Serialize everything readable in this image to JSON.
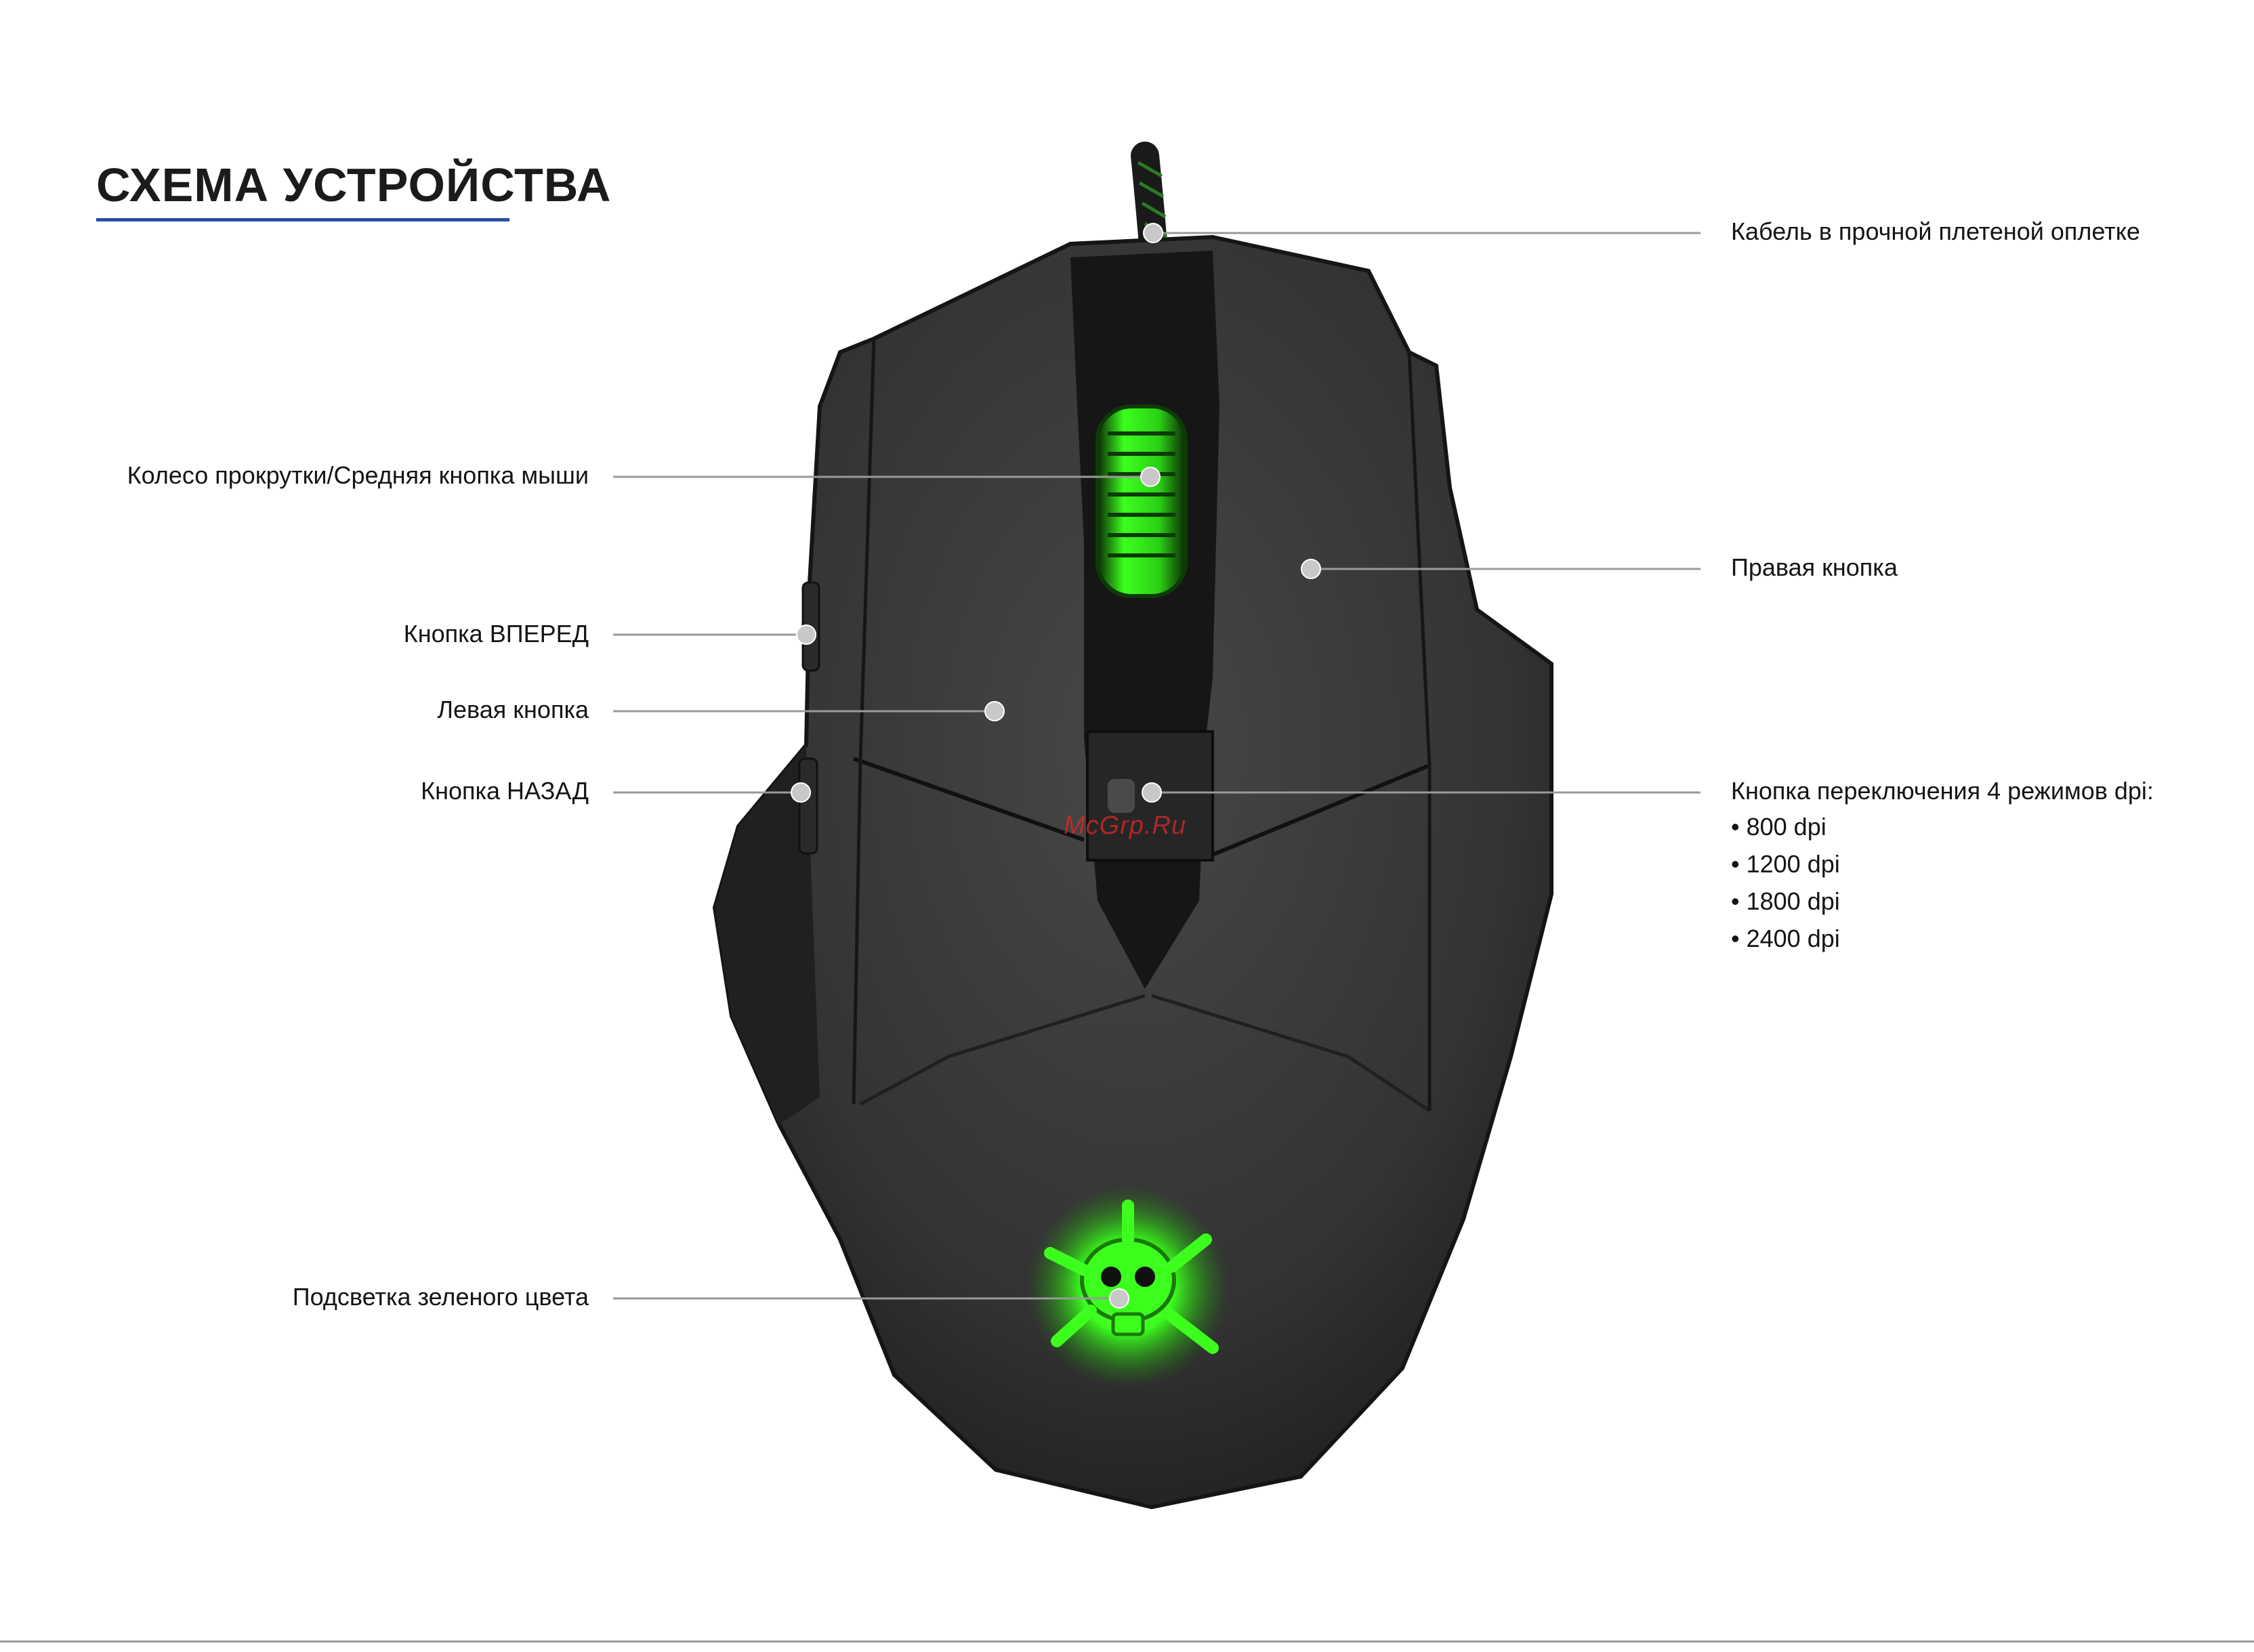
{
  "title": "СХЕМА УСТРОЙСТВА",
  "watermark": "McGrp.Ru",
  "colors": {
    "title_underline": "#2a4ea4",
    "mouse_body": "#3a3a3a",
    "mouse_dark": "#1c1c1c",
    "glow_green": "#3cff1e",
    "callout_line": "#9a9a9a",
    "callout_dot": "#c8c8c8"
  },
  "callouts": {
    "cable": "Кабель в прочной плетеной оплетке",
    "scroll_wheel": "Колесо прокрутки/Средняя кнопка мыши",
    "right_button": "Правая кнопка",
    "forward_button": "Кнопка ВПЕРЕД",
    "left_button": "Левая кнопка",
    "back_button": "Кнопка НАЗАД",
    "dpi_button": "Кнопка переключения 4 режимов dpi:",
    "dpi_modes": [
      "800 dpi",
      "1200 dpi",
      "1800 dpi",
      "2400 dpi"
    ],
    "backlight": "Подсветка зеленого цвета"
  }
}
